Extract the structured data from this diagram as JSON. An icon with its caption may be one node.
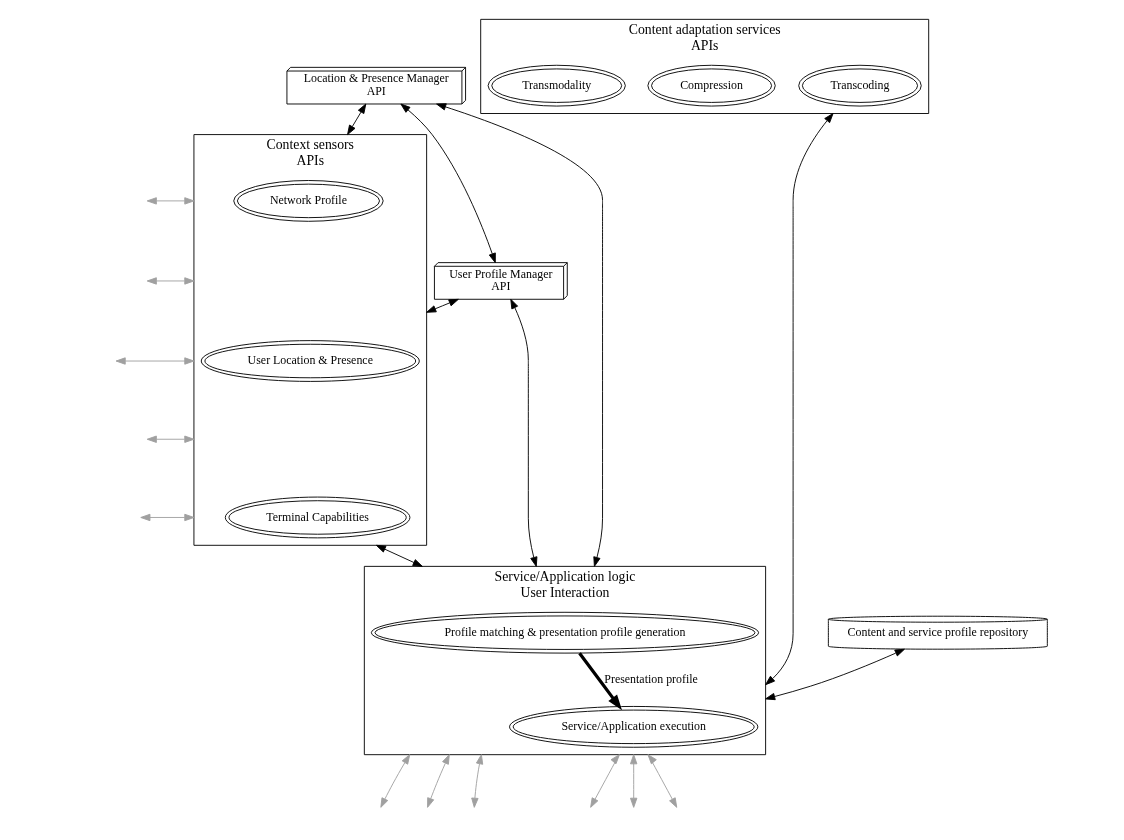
{
  "diagram": {
    "nodes": [
      {
        "text": [
          "Content adaptation services",
          "APIs"
        ]
      },
      {
        "text": [
          "Transcoding"
        ],
        "in": 0
      },
      {
        "text": [
          "Compression"
        ],
        "in": 0
      },
      {
        "text": [
          "Transmodality"
        ],
        "in": 0
      },
      {
        "text": [
          "Location & Presence Manager",
          "API"
        ]
      },
      {
        "text": [
          "User Profile Manager",
          "API"
        ]
      },
      {
        "text": [
          "Content and service profile repository"
        ]
      },
      {
        "text": [
          "Context sensors",
          "APIs"
        ]
      },
      {
        "text": [
          "Network Profile"
        ],
        "in": 7
      },
      {
        "text": [
          "User Location & Presence"
        ],
        "in": 7
      },
      {
        "text": [
          "Terminal Capabilities"
        ],
        "in": 7
      },
      {
        "text": [
          "Service/Application logic",
          "User Interaction"
        ]
      },
      {
        "text": [
          "Profile matching & presentation profile generation"
        ],
        "in": 11
      },
      {
        "text": [
          "Service/Application execution"
        ],
        "in": 11
      }
    ],
    "edges": [
      {
        "from": 4,
        "to": 5,
        "arrow": "both",
        "color": "#000000"
      },
      {
        "from": 4,
        "to": 7,
        "arrow": "both",
        "color": "#000000"
      },
      {
        "from": 4,
        "to": 11,
        "arrow": "both",
        "color": "#000000"
      },
      {
        "from": 0,
        "to": 11,
        "arrow": "both",
        "color": "#000000"
      },
      {
        "from": 5,
        "to": 7,
        "arrow": "both",
        "color": "#000000"
      },
      {
        "from": 5,
        "to": 11,
        "arrow": "both",
        "color": "#000000"
      },
      {
        "from": 6,
        "to": 11,
        "arrow": "both",
        "color": "#000000"
      },
      {
        "from": 7,
        "to": 11,
        "arrow": "both",
        "color": "#000000"
      },
      {
        "from": 12,
        "to": 13,
        "label": "Presentation profile",
        "arrow": "to",
        "style": "thick",
        "color": "#000000"
      },
      {
        "from": null,
        "to": 7,
        "arrow": "both",
        "color": "#a0a0a0"
      },
      {
        "from": null,
        "to": 7,
        "arrow": "both",
        "color": "#a0a0a0"
      },
      {
        "from": null,
        "to": 7,
        "arrow": "both",
        "color": "#a0a0a0"
      },
      {
        "from": null,
        "to": 7,
        "arrow": "both",
        "color": "#a0a0a0"
      },
      {
        "from": null,
        "to": 7,
        "arrow": "both",
        "color": "#a0a0a0"
      },
      {
        "from": null,
        "to": 11,
        "arrow": "both",
        "color": "#a0a0a0"
      },
      {
        "from": null,
        "to": 11,
        "arrow": "both",
        "color": "#a0a0a0"
      },
      {
        "from": null,
        "to": 11,
        "arrow": "both",
        "color": "#a0a0a0"
      },
      {
        "from": null,
        "to": 11,
        "arrow": "both",
        "color": "#a0a0a0"
      },
      {
        "from": null,
        "to": 11,
        "arrow": "both",
        "color": "#a0a0a0"
      },
      {
        "from": null,
        "to": 11,
        "arrow": "both",
        "color": "#a0a0a0"
      }
    ]
  }
}
